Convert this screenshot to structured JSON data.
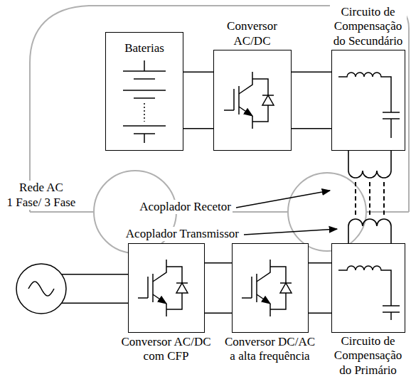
{
  "diagram": {
    "nodes": [
      {
        "text": [
          "Baterias"
        ]
      },
      {
        "text": [
          "Conversor AC/DC"
        ]
      },
      {
        "text": [
          "Circuito de Compensação do Secundário"
        ]
      },
      {
        "text": [
          "Rede AC",
          "1 Fase/ 3 Fase"
        ]
      },
      {
        "text": [
          "Conversor AC/DC com CFP"
        ]
      },
      {
        "text": [
          "Conversor DC/AC a alta frequência"
        ]
      },
      {
        "text": [
          "Circuito de Compensação do Primário"
        ]
      }
    ],
    "edges": [
      {
        "from": 0,
        "to": 1,
        "arrow": "none"
      },
      {
        "from": 1,
        "to": 2,
        "arrow": "none"
      },
      {
        "from": 3,
        "to": 4,
        "arrow": "none"
      },
      {
        "from": 4,
        "to": 5,
        "arrow": "none"
      },
      {
        "from": 5,
        "to": 6,
        "arrow": "none"
      }
    ],
    "labels": [
      "Acoplador Recetor",
      "Acoplador Transmissor"
    ]
  }
}
